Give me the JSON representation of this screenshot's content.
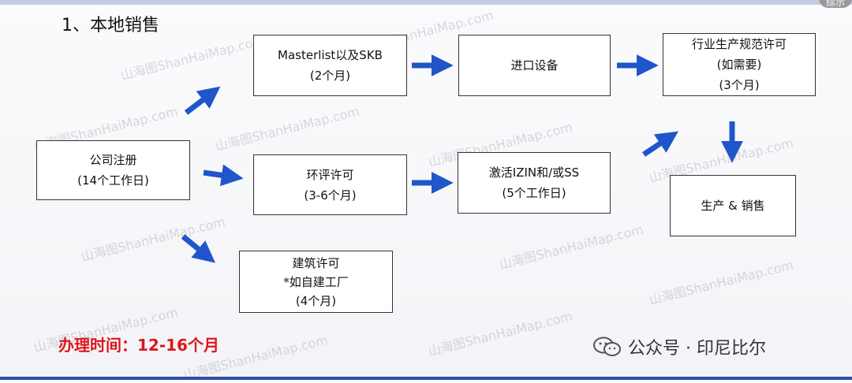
{
  "heading": "1、本地销售",
  "boxes": {
    "company": {
      "line1": "公司注册",
      "line2": "(14个工作日)"
    },
    "masterlist": {
      "line1": "Masterlist以及SKB",
      "line2": "(2个月)"
    },
    "import": {
      "line1": "进口设备"
    },
    "industry": {
      "line1": "行业生产规范许可",
      "line2": "(如需要)",
      "line3": "(3个月)"
    },
    "env": {
      "line1": "环评许可",
      "line2": "(3-6个月)"
    },
    "izin": {
      "line1": "激活IZIN和/或SS",
      "line2": "(5个工作日)"
    },
    "production": {
      "line1": "生产 & 销售"
    },
    "building": {
      "line1": "建筑许可",
      "line2": "*如自建工厂",
      "line3": "(4个月)"
    }
  },
  "footer_note": "办理时间：12-16个月",
  "wechat": {
    "label": "公众号 · 印尼比尔"
  },
  "watermark": "山海图ShanHaiMap.com",
  "corner_label": "综示",
  "colors": {
    "arrow": "#1f56c9",
    "note": "#e0151b"
  }
}
